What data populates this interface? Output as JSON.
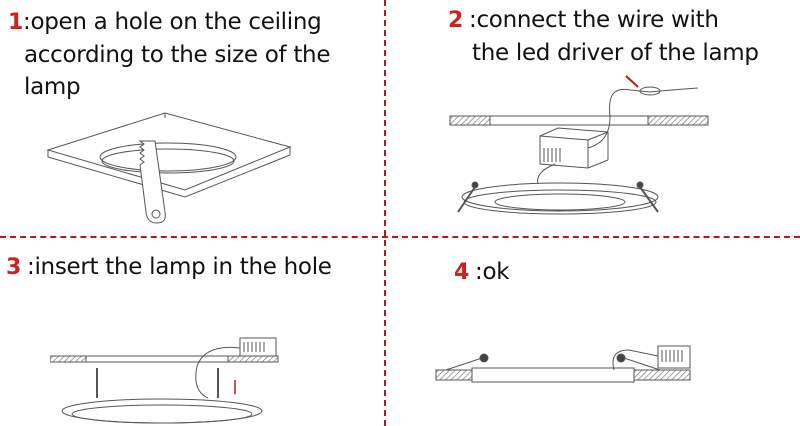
{
  "steps": [
    {
      "number": "1",
      "text": ":open a hole on the ceiling",
      "lines": [
        "according to the size of the",
        "lamp"
      ]
    },
    {
      "number": "2",
      "text": ":connect the wire with",
      "lines": [
        "the led driver of the lamp"
      ]
    },
    {
      "number": "3",
      "text": ":insert the lamp in the hole"
    },
    {
      "number": "4",
      "text": ":ok"
    }
  ],
  "colors": {
    "accent": "#d41f1f",
    "divider": "#b01c1c",
    "line": "#555555"
  }
}
